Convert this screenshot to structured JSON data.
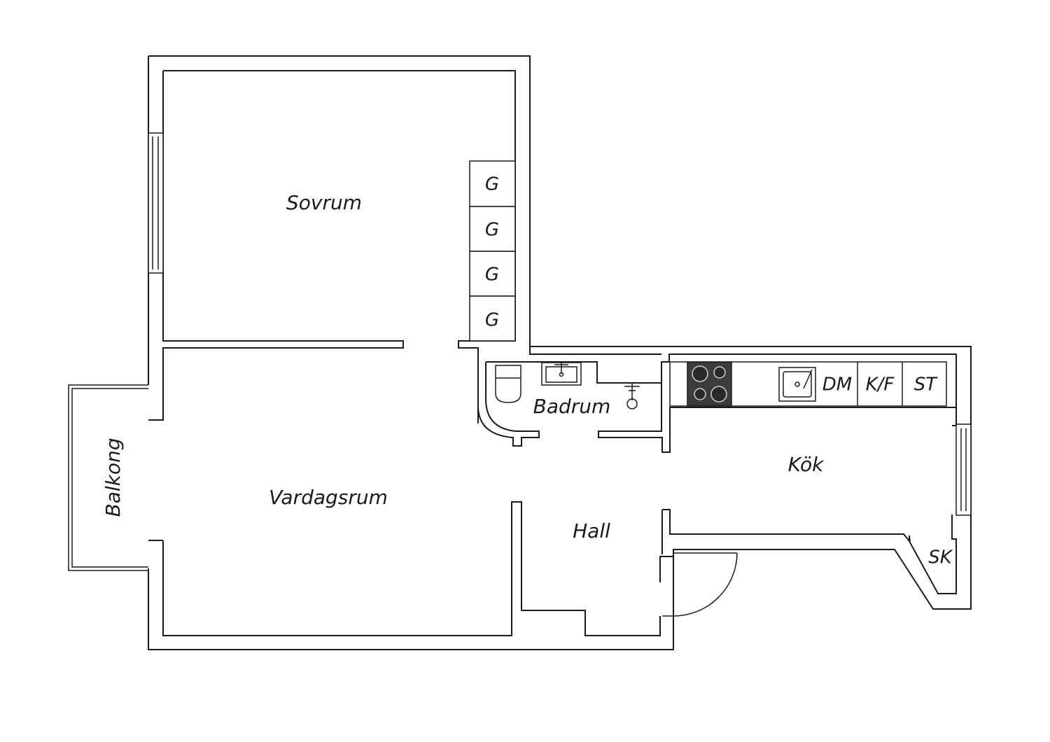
{
  "rooms": {
    "sovrum": "Sovrum",
    "vardagsrum": "Vardagsrum",
    "balkong": "Balkong",
    "badrum": "Badrum",
    "kok": "Kök",
    "hall": "Hall"
  },
  "wardrobes": [
    "G",
    "G",
    "G",
    "G"
  ],
  "kitchen": {
    "dishwasher": "DM",
    "fridge_freezer": "K/F",
    "storage": "ST"
  },
  "closet": "SK",
  "colors": {
    "wall": "#1a1a1a",
    "background": "#ffffff",
    "stove": "#3c3c3c"
  }
}
